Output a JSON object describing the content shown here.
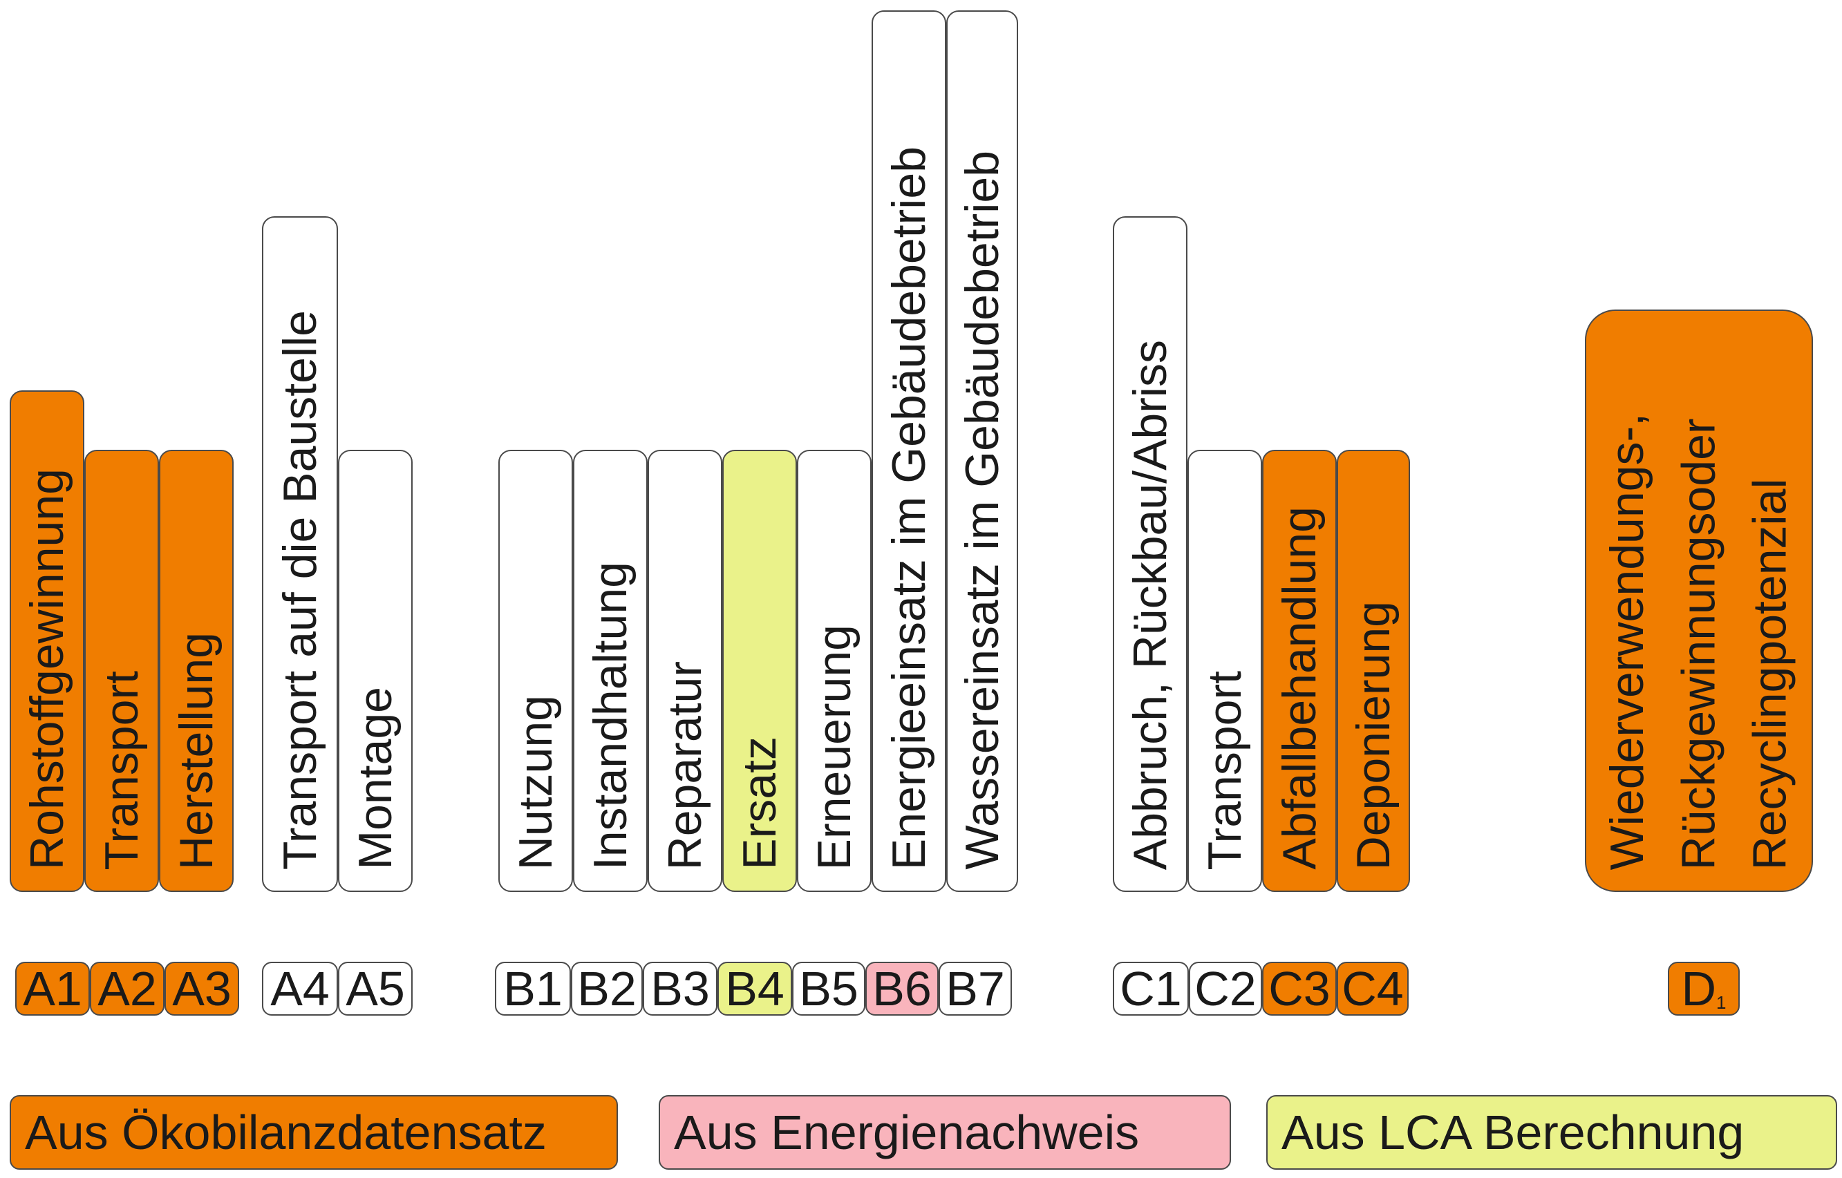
{
  "colors": {
    "orange": "#F07D00",
    "white": "#FFFFFF",
    "pink": "#F9B4BC",
    "lime": "#EAF28A"
  },
  "stages": {
    "a1": {
      "label": "Rohstoffgewinnung",
      "code": "A1",
      "category": "orange"
    },
    "a2": {
      "label": "Transport",
      "code": "A2",
      "category": "orange"
    },
    "a3": {
      "label": "Herstellung",
      "code": "A3",
      "category": "orange"
    },
    "a4": {
      "label": "Transport auf die Baustelle",
      "code": "A4",
      "category": "white"
    },
    "a5": {
      "label": "Montage",
      "code": "A5",
      "category": "white"
    },
    "b1": {
      "label": "Nutzung",
      "code": "B1",
      "category": "white"
    },
    "b2": {
      "label": "Instandhaltung",
      "code": "B2",
      "category": "white"
    },
    "b3": {
      "label": "Reparatur",
      "code": "B3",
      "category": "white"
    },
    "b4": {
      "label": "Ersatz",
      "code": "B4",
      "category": "lime"
    },
    "b5": {
      "label": "Erneuerung",
      "code": "B5",
      "category": "white"
    },
    "b6": {
      "label": "Energieeinsatz im Gebäudebetrieb",
      "code": "B6",
      "category": "pink"
    },
    "b7": {
      "label": "Wassereinsatz im Gebäudebetrieb",
      "code": "B7",
      "category": "white"
    },
    "c1": {
      "label": "Abbruch, Rückbau/Abriss",
      "code": "C1",
      "category": "white"
    },
    "c2": {
      "label": "Transport",
      "code": "C2",
      "category": "white"
    },
    "c3": {
      "label": "Abfallbehandlung",
      "code": "C3",
      "category": "orange"
    },
    "c4": {
      "label": "Deponierung",
      "code": "C4",
      "category": "orange"
    },
    "d": {
      "label": "Wiederverwendungs-,\nRückgewinnungsoder\nRecyclingpotenzial",
      "code": "D",
      "code_sub": "1",
      "category": "orange"
    }
  },
  "legend": {
    "oekobilanz": "Aus Ökobilanzdatensatz",
    "energie": "Aus Energienachweis",
    "lca": "Aus LCA Berechnung"
  }
}
